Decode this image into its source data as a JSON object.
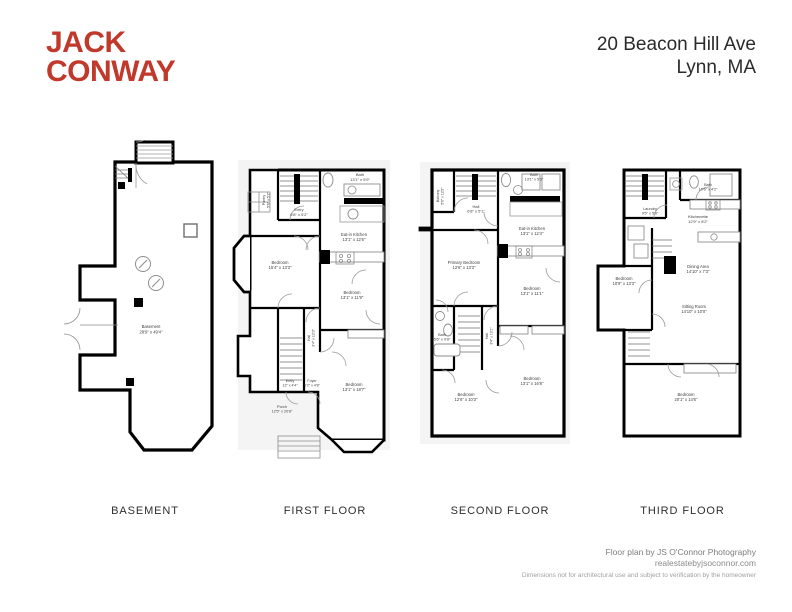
{
  "brand": {
    "line1": "JACK",
    "line2": "CONWAY",
    "color": "#c0392b"
  },
  "header": {
    "address_line1": "20 Beacon Hill Ave",
    "address_line2": "Lynn, MA"
  },
  "footer": {
    "credit_line1": "Floor plan by JS O'Connor Photography",
    "credit_line2": "realestatebyjsoconnor.com",
    "disclaimer": "Dimensions not for architectural use and subject to verification by the homeowner"
  },
  "floors": [
    {
      "id": "basement",
      "label": "BASEMENT",
      "rooms": [
        {
          "name": "Basement",
          "dims": "28'9\" x 49'4\""
        }
      ]
    },
    {
      "id": "first-floor",
      "label": "FIRST FLOOR",
      "rooms": [
        {
          "name": "Bath",
          "dims": "13'1\" x 5'9\""
        },
        {
          "name": "Pantry",
          "dims": "5'6\" x 5'2\""
        },
        {
          "name": "Entry",
          "dims": "6'8\" x 5'2\""
        },
        {
          "name": "Eat-in Kitchen",
          "dims": "13'1\" x 12'6\""
        },
        {
          "name": "Bedroom",
          "dims": "15'4\" x 13'3\""
        },
        {
          "name": "Bedroom",
          "dims": "13'1\" x 11'9\""
        },
        {
          "name": "Hall",
          "dims": "3'4\" x 13'3\""
        },
        {
          "name": "Entry",
          "dims": "12\" x 4'4\""
        },
        {
          "name": "Foyer",
          "dims": "6'2\" x 4'8\""
        },
        {
          "name": "Porch",
          "dims": "12'5\" x 20'8\""
        },
        {
          "name": "Bedroom",
          "dims": "13'1\" x 18'7\""
        }
      ]
    },
    {
      "id": "second-floor",
      "label": "SECOND FLOOR",
      "rooms": [
        {
          "name": "Bath",
          "dims": "13'1\" x 5'9\""
        },
        {
          "name": "Balcony",
          "dims": "5'6\" x 12'2\""
        },
        {
          "name": "Hall",
          "dims": "6'8\" x 5'1\""
        },
        {
          "name": "Eat-in Kitchen",
          "dims": "13'1\" x 12'4\""
        },
        {
          "name": "Primary Bedroom",
          "dims": "12'6\" x 13'3\""
        },
        {
          "name": "Bedroom",
          "dims": "13'1\" x 11'1\""
        },
        {
          "name": "Bath",
          "dims": "5'6\" x 9'8\""
        },
        {
          "name": "Hall",
          "dims": "3'4\" x 10'1\""
        },
        {
          "name": "Bedroom",
          "dims": "12'6\" x 10'3\""
        },
        {
          "name": "Bedroom",
          "dims": "13'1\" x 16'8\""
        }
      ]
    },
    {
      "id": "third-floor",
      "label": "THIRD FLOOR",
      "rooms": [
        {
          "name": "Bath",
          "dims": "10'6\" x 4'2\""
        },
        {
          "name": "Laundry",
          "dims": "9'5\" x 5'9\""
        },
        {
          "name": "Kitchenette",
          "dims": "12'9\" x 8'2\""
        },
        {
          "name": "Bedroom",
          "dims": "10'9\" x 13'3\""
        },
        {
          "name": "Dining Area",
          "dims": "14'10\" x 7'3\""
        },
        {
          "name": "Sitting Room",
          "dims": "14'10\" x 10'0\""
        },
        {
          "name": "Bedroom",
          "dims": "20'1\" x 14'6\""
        }
      ]
    }
  ]
}
